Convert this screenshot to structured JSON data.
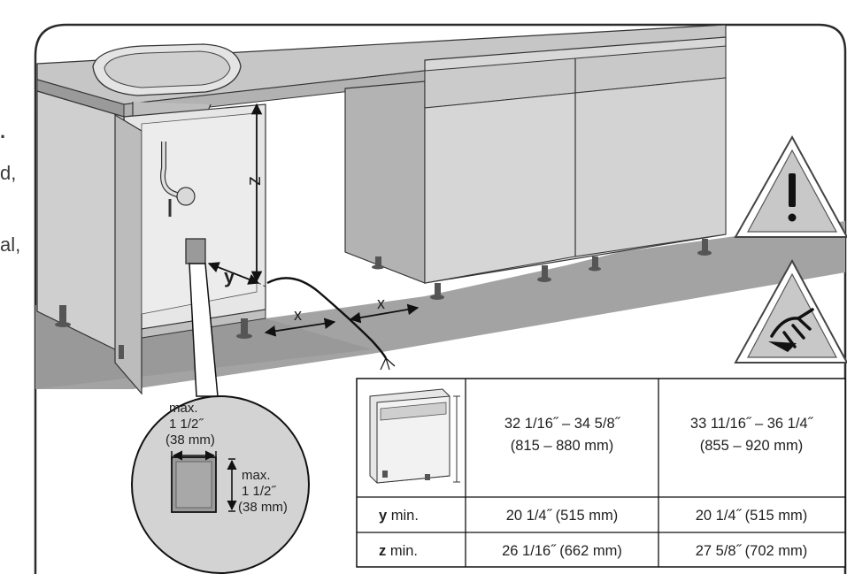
{
  "side_text": [
    ".",
    "d,",
    "al,"
  ],
  "labels": {
    "z": "z",
    "y": "y",
    "x_left": "x",
    "x_right": "x"
  },
  "callout": {
    "horizontal": {
      "line1": "max.",
      "line2": "1 1/2˝",
      "line3": "(38 mm)"
    },
    "vertical": {
      "line1": "max.",
      "line2": "1 1/2˝",
      "line3": "(38 mm)"
    }
  },
  "table": {
    "col1": {
      "line1": "32 1/16˝ – 34 5/8˝",
      "line2": "(815 – 880 mm)"
    },
    "col2": {
      "line1": "33 11/16˝ – 36 1/4˝",
      "line2": "(855 – 920 mm)"
    },
    "rows": [
      {
        "key": "y",
        "suffix": " min.",
        "col1": "20 1/4˝ (515 mm)",
        "col2": "20 1/4˝ (515 mm)"
      },
      {
        "key": "z",
        "suffix": " min.",
        "col1": "26 1/16˝ (662 mm)",
        "col2": "27 5/8˝ (702 mm)"
      }
    ]
  },
  "warning_icons": [
    "exclamation-warning",
    "hand-injury-warning"
  ],
  "colors": {
    "frame_border": "#2b2b2b",
    "floor": "#9c9c9c",
    "cabinet_light": "#d2d2d2",
    "cabinet_mid": "#bdbdbd",
    "cabinet_dark": "#a9a9a9",
    "warning_fill": "#c8c8c8"
  }
}
